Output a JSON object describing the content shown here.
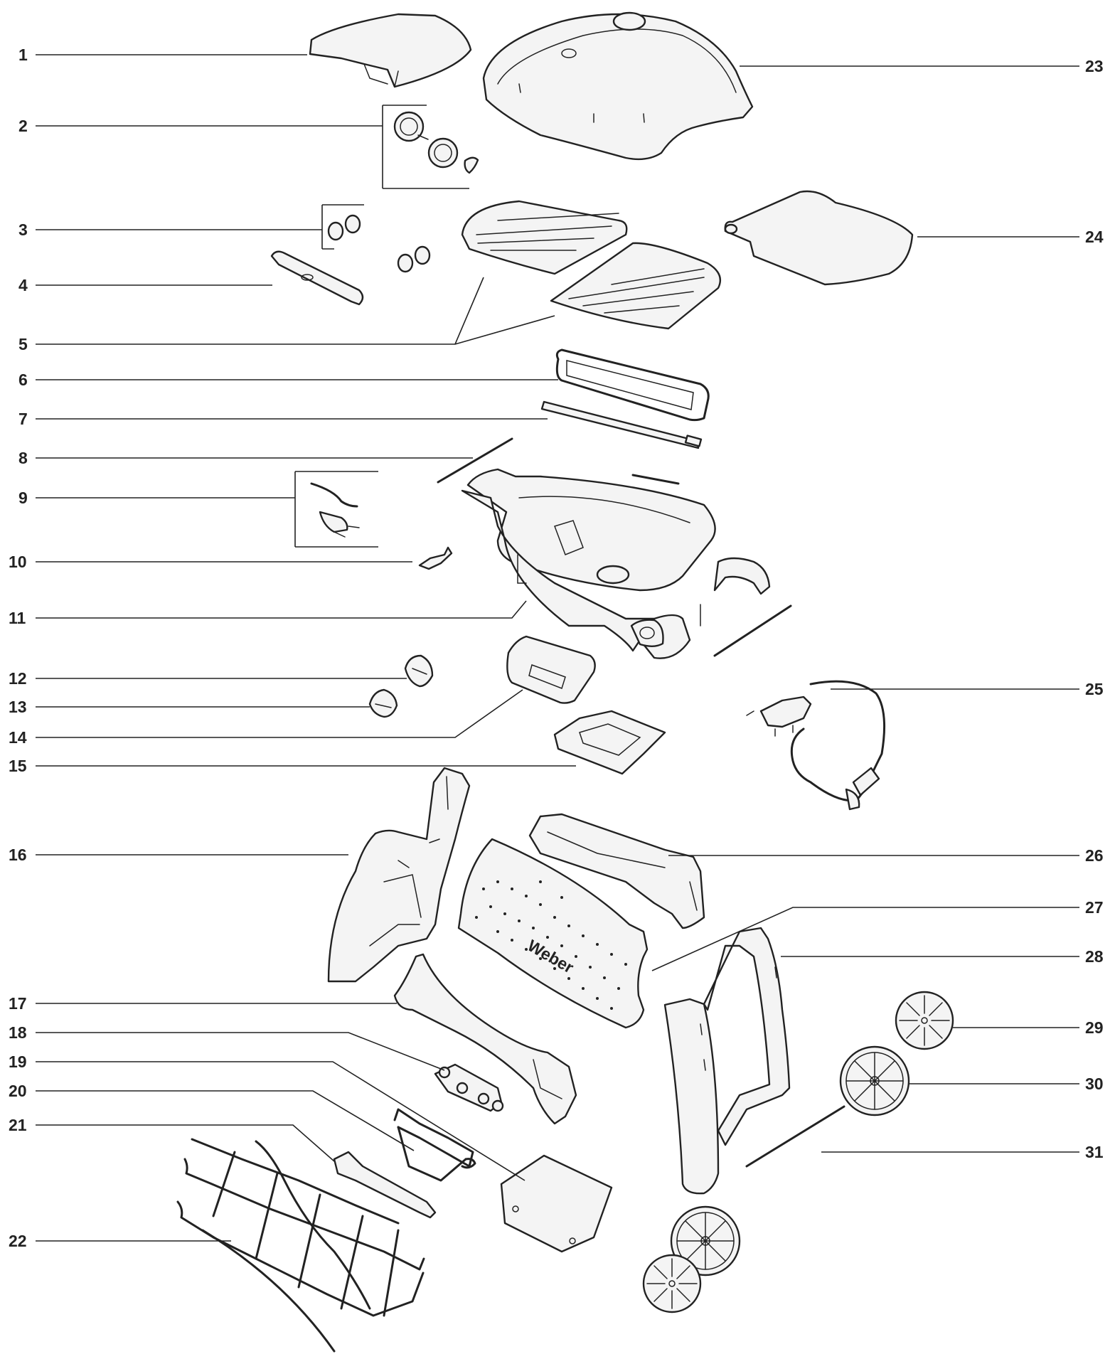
{
  "diagram": {
    "brand_mark": "Weber",
    "callouts": [
      {
        "label": "1"
      },
      {
        "label": "2"
      },
      {
        "label": "3"
      },
      {
        "label": "4"
      },
      {
        "label": "5"
      },
      {
        "label": "6"
      },
      {
        "label": "7"
      },
      {
        "label": "8"
      },
      {
        "label": "9"
      },
      {
        "label": "10"
      },
      {
        "label": "11"
      },
      {
        "label": "12"
      },
      {
        "label": "13"
      },
      {
        "label": "14"
      },
      {
        "label": "15"
      },
      {
        "label": "16"
      },
      {
        "label": "17"
      },
      {
        "label": "18"
      },
      {
        "label": "19"
      },
      {
        "label": "20"
      },
      {
        "label": "21"
      },
      {
        "label": "22"
      },
      {
        "label": "23"
      },
      {
        "label": "24"
      },
      {
        "label": "25"
      },
      {
        "label": "26"
      },
      {
        "label": "27"
      },
      {
        "label": "28"
      },
      {
        "label": "29"
      },
      {
        "label": "30"
      },
      {
        "label": "31"
      }
    ]
  }
}
